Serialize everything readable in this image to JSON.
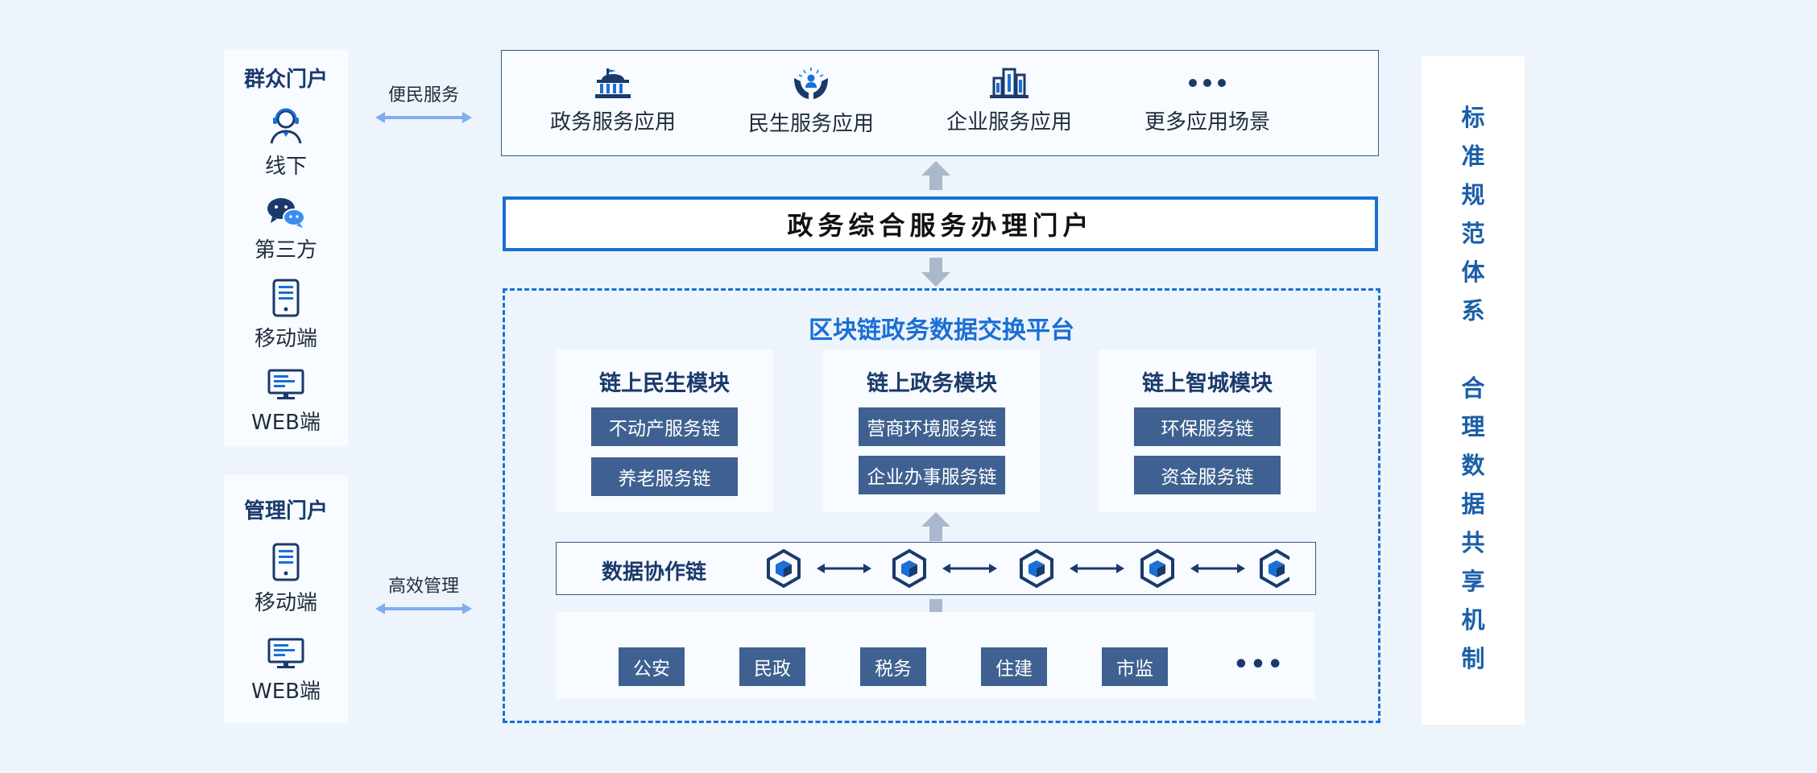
{
  "public_portal": {
    "title": "群众门户",
    "items": [
      {
        "label": "线下",
        "icon": "person-headset-icon"
      },
      {
        "label": "第三方",
        "icon": "wechat-icon"
      },
      {
        "label": "移动端",
        "icon": "mobile-icon"
      },
      {
        "label": "WEB端",
        "icon": "monitor-icon"
      }
    ]
  },
  "admin_portal": {
    "title": "管理门户",
    "items": [
      {
        "label": "移动端",
        "icon": "mobile-icon"
      },
      {
        "label": "WEB端",
        "icon": "monitor-icon"
      }
    ]
  },
  "connectors": {
    "public_label": "便民服务",
    "admin_label": "高效管理"
  },
  "apps": [
    {
      "label": "政务服务应用",
      "icon": "government-building-icon"
    },
    {
      "label": "民生服务应用",
      "icon": "hands-person-icon"
    },
    {
      "label": "企业服务应用",
      "icon": "enterprise-buildings-icon"
    },
    {
      "label": "更多应用场景",
      "icon": "more-dots-icon"
    }
  ],
  "gov_portal": "政务综合服务办理门户",
  "platform": {
    "title": "区块链政务数据交换平台",
    "modules": [
      {
        "title": "链上民生模块",
        "chains": [
          "不动产服务链",
          "养老服务链"
        ]
      },
      {
        "title": "链上政务模块",
        "chains": [
          "营商环境服务链",
          "企业办事服务链"
        ]
      },
      {
        "title": "链上智城模块",
        "chains": [
          "环保服务链",
          "资金服务链"
        ]
      }
    ],
    "coop_chain": "数据协作链",
    "departments": [
      "公安",
      "民政",
      "税务",
      "住建",
      "市监",
      "•••"
    ]
  },
  "right_panel": {
    "line1": "标准规范体系",
    "line2": "合理数据共享机制"
  },
  "colors": {
    "accent": "#1a6fd6",
    "navy": "#1a3a6b",
    "chip": "#3f6191",
    "arrow_gray": "#a9b8cc",
    "connector": "#7faef0"
  }
}
